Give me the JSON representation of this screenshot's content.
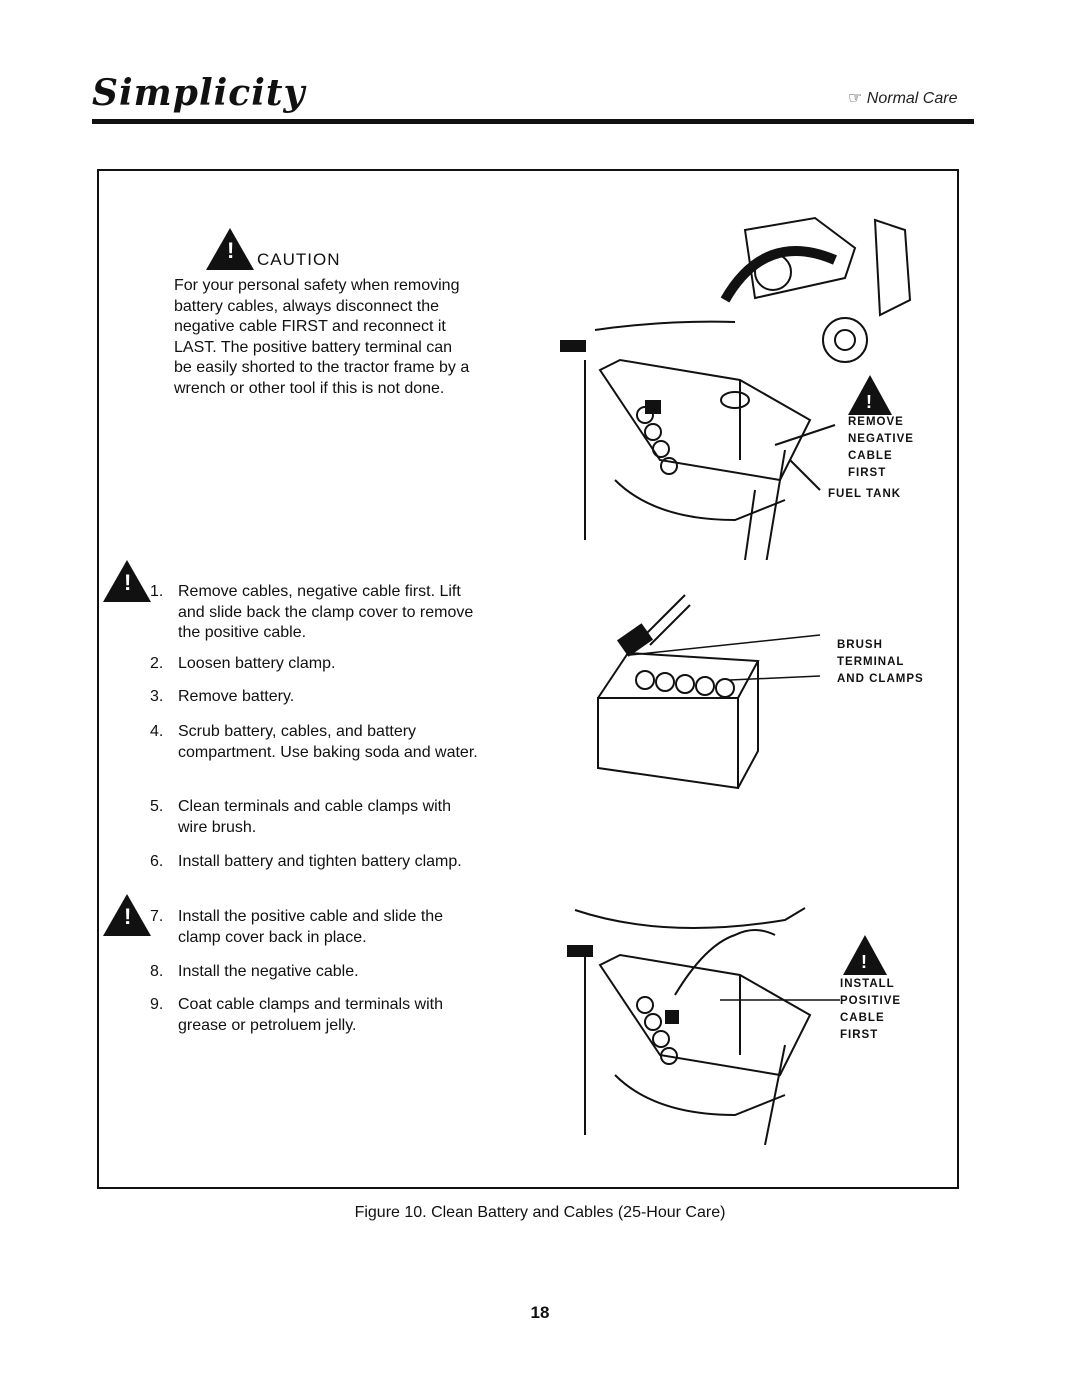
{
  "header": {
    "brand": "Simplicity",
    "section": "Normal Care"
  },
  "caution": {
    "label": "CAUTION",
    "text": "For your personal safety when removing battery cables, always disconnect the negative cable FIRST and reconnect it LAST. The positive battery terminal can be easily shorted to the tractor frame by a wrench or other tool if this is not done."
  },
  "steps": [
    {
      "num": "1.",
      "text": "Remove cables, negative cable first. Lift and slide back the clamp cover to remove the positive cable."
    },
    {
      "num": "2.",
      "text": "Loosen battery clamp."
    },
    {
      "num": "3.",
      "text": "Remove battery."
    },
    {
      "num": "4.",
      "text": "Scrub battery, cables, and battery compartment. Use baking soda and water."
    },
    {
      "num": "5.",
      "text": "Clean terminals and cable clamps with wire brush."
    },
    {
      "num": "6.",
      "text": "Install battery and tighten battery clamp."
    },
    {
      "num": "7.",
      "text": "Install the positive cable and slide the clamp cover back in place."
    },
    {
      "num": "8.",
      "text": "Install the negative cable."
    },
    {
      "num": "9.",
      "text": "Coat cable clamps and terminals with grease or petroluem jelly."
    }
  ],
  "callouts": {
    "remove_negative": [
      "REMOVE",
      "NEGATIVE",
      "CABLE",
      "FIRST"
    ],
    "fuel_tank": "FUEL TANK",
    "brush": [
      "BRUSH",
      "TERMINAL",
      "AND CLAMPS"
    ],
    "install_positive": [
      "INSTALL",
      "POSITIVE",
      "CABLE",
      "FIRST"
    ]
  },
  "caption": "Figure 10. Clean Battery and Cables (25-Hour Care)",
  "page_number": "18",
  "icons": {
    "warning": "warning-triangle-icon"
  }
}
